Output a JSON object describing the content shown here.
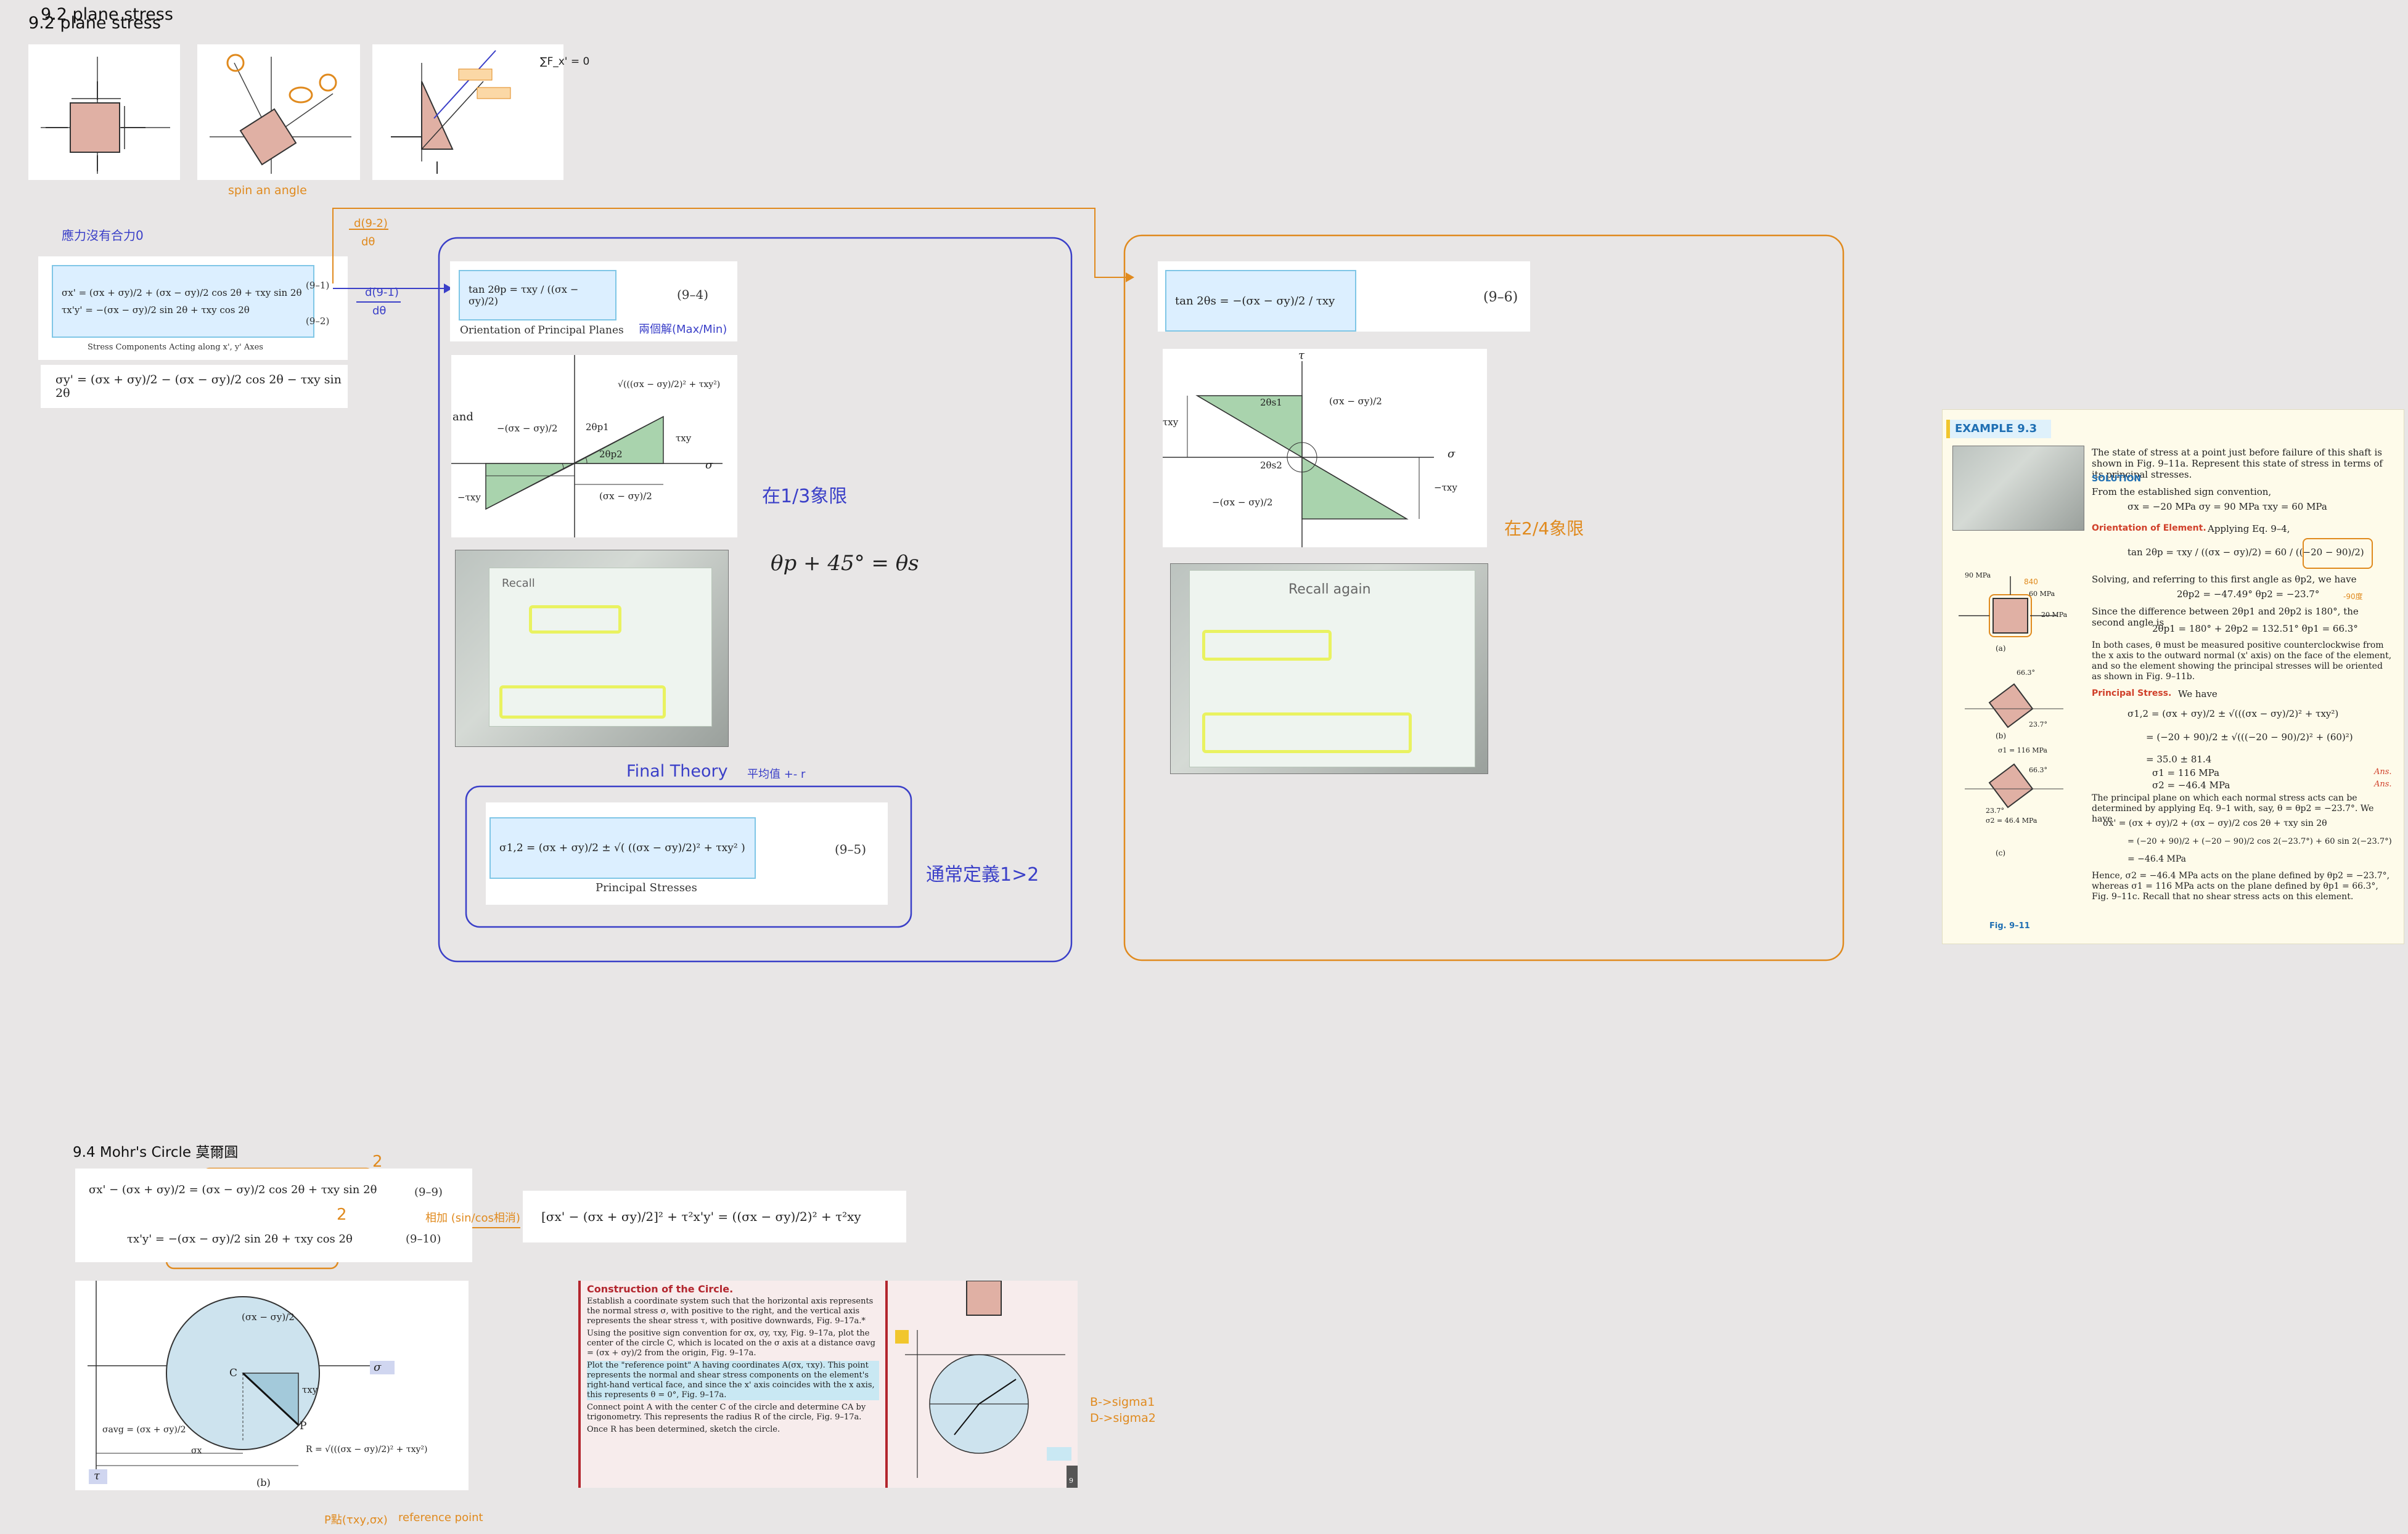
{
  "headings": {
    "plane_stress_a": "9.2 plane stress",
    "plane_stress_b": "9.2 plane stress",
    "mohr": "9.4 Mohr's Circle 莫爾圓"
  },
  "notes": {
    "no_net_force": "應力沒有合力0",
    "spin_angle": "spin an angle",
    "d_9_2": "d(9-2)",
    "d_9_1": "d(9-1)",
    "dtheta": "dθ",
    "two_solutions": "兩個解(Max/Min)",
    "quadrant_13": "在1/3象限",
    "quadrant_24": "在2/4象限",
    "final_theory": "Final Theory",
    "average": "平均值 +- r",
    "usually": "通常定義1>2",
    "add_sincos": "相加 (sin/cos相消)",
    "two_a": "2",
    "two_b": "2",
    "p_point": "P點(τxy,σx)",
    "reference_point": "reference point",
    "b_sigma1": "B->sigma1",
    "d_sigma2": "D->sigma2",
    "recall": "Recall",
    "recall_again": "Recall again",
    "sum_fx": "∑F_x' = 0"
  },
  "equations": {
    "eq_9_1": "σx' = (σx + σy)/2 + (σx − σy)/2 cos 2θ + τxy sin 2θ",
    "eq_9_1_num": "(9–1)",
    "eq_9_2": "τx'y' = −(σx − σy)/2 sin 2θ + τxy cos 2θ",
    "eq_9_2_num": "(9–2)",
    "eq_91_caption": "Stress Components Acting along x', y' Axes",
    "eq_sigma_y": "σy' = (σx + σy)/2 − (σx − σy)/2 cos 2θ − τxy sin 2θ",
    "eq_9_4": "tan 2θp = τxy / ((σx − σy)/2)",
    "eq_9_4_num": "(9–4)",
    "eq_9_4_caption": "Orientation of Principal Planes",
    "theta_relation": "θp + 45° = θs",
    "eq_9_5": "σ1,2 = (σx + σy)/2 ± √( ((σx − σy)/2)² + τxy² )",
    "eq_9_5_num": "(9–5)",
    "eq_9_5_caption": "Principal Stresses",
    "eq_9_6": "tan 2θs = −(σx − σy)/2 / τxy",
    "eq_9_6_num": "(9–6)",
    "eq_9_9": "σx' − (σx + σy)/2 = (σx − σy)/2 cos 2θ + τxy sin 2θ",
    "eq_9_9_num": "(9–9)",
    "eq_9_10": "τx'y' = −(σx − σy)/2 sin 2θ + τxy cos 2θ",
    "eq_9_10_num": "(9–10)",
    "eq_circle": "[σx' − (σx + σy)/2]² + τ²x'y' = ((σx − σy)/2)² + τ²xy"
  },
  "diagram_labels": {
    "sigma_x_minus_sigma_y_half": "(σx − σy)/2",
    "neg_sigma_half": "−(σx − σy)/2",
    "tau_xy": "τxy",
    "neg_tau_xy": "−τxy",
    "two_theta_p1": "2θp1",
    "two_theta_p2": "2θp2",
    "two_theta_s1": "2θs1",
    "two_theta_s2": "2θs2",
    "radius_expr": "√(((σx − σy)/2)² + τxy²)",
    "sigma": "σ",
    "tau": "τ",
    "and": "and",
    "sigma_avg": "σavg = (σx + σy)/2",
    "R_expr": "R = √(((σx − σy)/2)² + τxy²)",
    "C": "C",
    "P": "P",
    "b": "(b)",
    "sigma_x": "σx"
  },
  "example": {
    "header": "EXAMPLE 9.3",
    "intro": "The state of stress at a point just before failure of this shaft is shown in Fig. 9–11a. Represent this state of stress in terms of its principal stresses.",
    "solution": "SOLUTION",
    "sign_conv": "From the established sign convention,",
    "given": "σx = −20 MPa      σy = 90 MPa      τxy = 60 MPa",
    "orientation_title": "Orientation of Element.",
    "orientation_text": "Applying Eq. 9–4,",
    "tan_line": "tan 2θp = τxy / ((σx − σy)/2) = 60 / ((−20 − 90)/2)",
    "solving": "Solving, and referring to this first angle as θp2, we have",
    "angle1": "2θp2 = −47.49°      θp2 = −23.7°",
    "since": "Since the difference between 2θp1 and 2θp2 is 180°, the second angle is",
    "angle2": "2θp1 = 180° + 2θp2 = 132.51°      θp1 = 66.3°",
    "both_cases": "In both cases, θ must be measured positive counterclockwise from the x axis to the outward normal (x' axis) on the face of the element, and so the element showing the principal stresses will be oriented as shown in Fig. 9–11b.",
    "principal_title": "Principal Stress.",
    "principal_text": "We have",
    "sigma12": "σ1,2 = (σx + σy)/2 ± √(((σx − σy)/2)² + τxy²)",
    "sigma12_num": "= (−20 + 90)/2 ± √(((−20 − 90)/2)² + (60)²)",
    "sigma12_val": "= 35.0 ± 81.4",
    "sigma1": "σ1 = 116 MPa",
    "sigma2": "σ2 = −46.4 MPa",
    "ans": "Ans.",
    "principal_plane": "The principal plane on which each normal stress acts can be determined by applying Eq. 9–1 with, say, θ = θp2 = −23.7°. We have",
    "eq1": "σx' = (σx + σy)/2 + (σx − σy)/2 cos 2θ + τxy sin 2θ",
    "eq2": "= (−20 + 90)/2 + (−20 − 90)/2 cos 2(−23.7°) + 60 sin 2(−23.7°)",
    "eq3": "= −46.4 MPa",
    "hence": "Hence, σ2 = −46.4 MPa acts on the plane defined by θp2 = −23.7°, whereas σ1 = 116 MPa acts on the plane defined by θp1 = 66.3°, Fig. 9–11c. Recall that no shear stress acts on this element.",
    "fig": "Fig. 9–11",
    "label_90mpa": "90 MPa",
    "label_60mpa": "60 MPa",
    "label_20mpa": "20 MPa",
    "label_116mpa": "σ1 = 116 MPa",
    "label_46mpa": "σ2 = 46.4 MPa",
    "label_663": "66.3°",
    "label_237": "23.7°",
    "fig_a": "(a)",
    "fig_b": "(b)",
    "fig_c": "(c)",
    "note_840": "840",
    "note_shear": "-90度"
  },
  "construction": {
    "title": "Construction of the Circle.",
    "b1": "Establish a coordinate system such that the horizontal axis represents the normal stress σ, with positive to the right, and the vertical axis represents the shear stress τ, with positive downwards, Fig. 9–17a.*",
    "b2": "Using the positive sign convention for σx, σy, τxy, Fig. 9–17a, plot the center of the circle C, which is located on the σ axis at a distance σavg = (σx + σy)/2 from the origin, Fig. 9–17a.",
    "b3": "Plot the \"reference point\" A having coordinates A(σx, τxy). This point represents the normal and shear stress components on the element's right-hand vertical face, and since the x' axis coincides with the x axis, this represents θ = 0°, Fig. 9–17a.",
    "b4": "Connect point A with the center C of the circle and determine CA by trigonometry. This represents the radius R of the circle, Fig. 9–17a.",
    "b5": "Once R has been determined, sketch the circle.",
    "page_num": "9"
  },
  "colors": {
    "blue_ink": "#3a3fc8",
    "orange_ink": "#e08a1e",
    "math_box_fill": "#dcefff",
    "math_box_border": "#7fc6e6",
    "green_fill": "#a9d3ad",
    "stress_element": "#e0b0a4",
    "mohr_circle": "#cde3ee"
  }
}
